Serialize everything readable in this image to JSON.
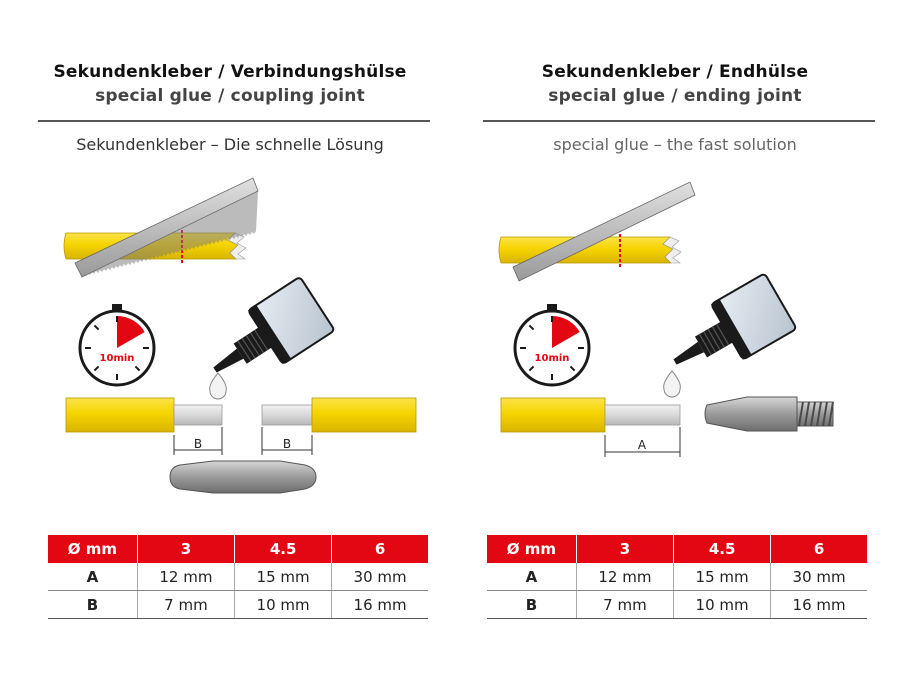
{
  "colors": {
    "accent_red": "#e30613",
    "tube_yellow": "#f6d400",
    "metal_grey": "#8c8c8c"
  },
  "left": {
    "title_de": "Sekundenkleber / Verbindungshülse",
    "title_en": "special glue / coupling joint",
    "subtitle": "Sekundenkleber – Die schnelle Lösung",
    "timer_label": "10min",
    "dim_label_1": "B",
    "dim_label_2": "B",
    "icons": [
      "saw-icon",
      "timer-icon",
      "glue-bottle-icon",
      "coupling-sleeve-icon"
    ],
    "table": {
      "headers": [
        "Ø mm",
        "3",
        "4.5",
        "6"
      ],
      "rows": [
        [
          "A",
          "12 mm",
          "15 mm",
          "30 mm"
        ],
        [
          "B",
          "7 mm",
          "10 mm",
          "16 mm"
        ]
      ]
    }
  },
  "right": {
    "title_de": "Sekundenkleber / Endhülse",
    "title_en": "special glue / ending joint",
    "subtitle": "special glue – the fast solution",
    "timer_label": "10min",
    "dim_label_1": "A",
    "icons": [
      "saw-icon",
      "timer-icon",
      "glue-bottle-icon",
      "ending-sleeve-icon"
    ],
    "table": {
      "headers": [
        "Ø mm",
        "3",
        "4.5",
        "6"
      ],
      "rows": [
        [
          "A",
          "12 mm",
          "15 mm",
          "30 mm"
        ],
        [
          "B",
          "7 mm",
          "10 mm",
          "16 mm"
        ]
      ]
    }
  }
}
